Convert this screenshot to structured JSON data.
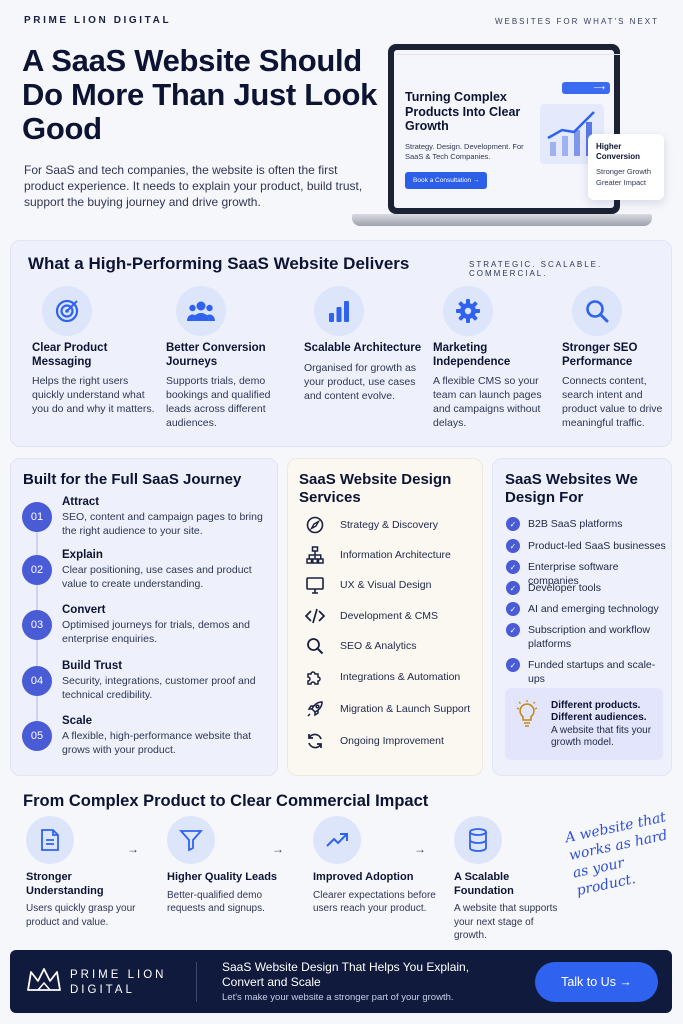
{
  "header": {
    "brand": "PRIME LION DIGITAL",
    "tagline": "WEBSITES FOR WHAT'S NEXT",
    "title": "A SaaS Website Should Do More Than Just Look Good",
    "intro": "For SaaS and tech companies, the website is often the first product experience. It needs to explain your product, build trust, support the buying journey and drive growth."
  },
  "laptop": {
    "title": "Turning Complex Products Into Clear Growth",
    "subtitle": "Strategy. Design. Development. For SaaS & Tech Companies.",
    "button": "Book a Consultation →",
    "pill": "⟶",
    "card_title": "Higher Conversion",
    "card_line1": "Stronger Growth",
    "card_line2": "Greater Impact"
  },
  "delivers": {
    "title": "What a High-Performing SaaS Website Delivers",
    "tag": "STRATEGIC. SCALABLE. COMMERCIAL.",
    "items": [
      {
        "title": "Clear Product Messaging",
        "desc": "Helps the right users quickly understand what you do and why it matters.",
        "icon": "target-icon"
      },
      {
        "title": "Better Conversion Journeys",
        "desc": "Supports trials, demo bookings and qualified leads across different audiences.",
        "icon": "users-icon"
      },
      {
        "title": "Scalable Architecture",
        "desc": "Organised for growth as your product, use cases and content evolve.",
        "icon": "bar-chart-icon"
      },
      {
        "title": "Marketing Independence",
        "desc": "A flexible CMS so your team can launch pages and campaigns without delays.",
        "icon": "gear-icon"
      },
      {
        "title": "Stronger SEO Performance",
        "desc": "Connects content, search intent and product value to drive meaningful traffic.",
        "icon": "search-icon"
      }
    ]
  },
  "journey": {
    "title": "Built for the Full SaaS Journey",
    "steps": [
      {
        "num": "01",
        "title": "Attract",
        "desc": "SEO, content and campaign pages to bring the right audience to your site."
      },
      {
        "num": "02",
        "title": "Explain",
        "desc": "Clear positioning, use cases and product value to create understanding."
      },
      {
        "num": "03",
        "title": "Convert",
        "desc": "Optimised journeys for trials, demos and enterprise enquiries."
      },
      {
        "num": "04",
        "title": "Build Trust",
        "desc": "Security, integrations, customer proof and technical credibility."
      },
      {
        "num": "05",
        "title": "Scale",
        "desc": "A flexible, high-performance website that grows with your product."
      }
    ]
  },
  "services": {
    "title": "SaaS Website Design Services",
    "items": [
      {
        "label": "Strategy & Discovery",
        "icon": "compass-icon"
      },
      {
        "label": "Information Architecture",
        "icon": "sitemap-icon"
      },
      {
        "label": "UX & Visual Design",
        "icon": "monitor-icon"
      },
      {
        "label": "Development & CMS",
        "icon": "code-icon"
      },
      {
        "label": "SEO & Analytics",
        "icon": "search-icon"
      },
      {
        "label": "Integrations & Automation",
        "icon": "puzzle-icon"
      },
      {
        "label": "Migration & Launch Support",
        "icon": "rocket-icon"
      },
      {
        "label": "Ongoing Improvement",
        "icon": "refresh-icon"
      }
    ]
  },
  "designfor": {
    "title": "SaaS Websites We Design For",
    "items": [
      "B2B SaaS platforms",
      "Product-led SaaS businesses",
      "Enterprise software companies",
      "Developer tools",
      "AI and emerging technology",
      "Subscription and workflow platforms",
      "Funded startups and scale-ups"
    ],
    "callout_bold": "Different products. Different audiences.",
    "callout_text": "A website that fits your growth model."
  },
  "impact": {
    "title": "From Complex Product to Clear Commercial Impact",
    "items": [
      {
        "title": "Stronger Understanding",
        "desc": "Users quickly grasp your product and value.",
        "icon": "document-icon"
      },
      {
        "title": "Higher Quality Leads",
        "desc": "Better-qualified demo requests and signups.",
        "icon": "funnel-icon"
      },
      {
        "title": "Improved Adoption",
        "desc": "Clearer expectations before users reach your product.",
        "icon": "trend-up-icon"
      },
      {
        "title": "A Scalable Foundation",
        "desc": "A website that supports your next stage of growth.",
        "icon": "database-icon"
      }
    ],
    "arrow": "→",
    "handwritten": "A website that works as hard as your product."
  },
  "footer": {
    "brand_line1": "PRIME LION",
    "brand_line2": "DIGITAL",
    "title": "SaaS Website Design That Helps You Explain, Convert and Scale",
    "subtitle": "Let's make your website a stronger part of your growth.",
    "cta": "Talk to Us →"
  },
  "colors": {
    "accent": "#2f63ef",
    "navy": "#0f1a3c",
    "step": "#4a5bd6"
  }
}
